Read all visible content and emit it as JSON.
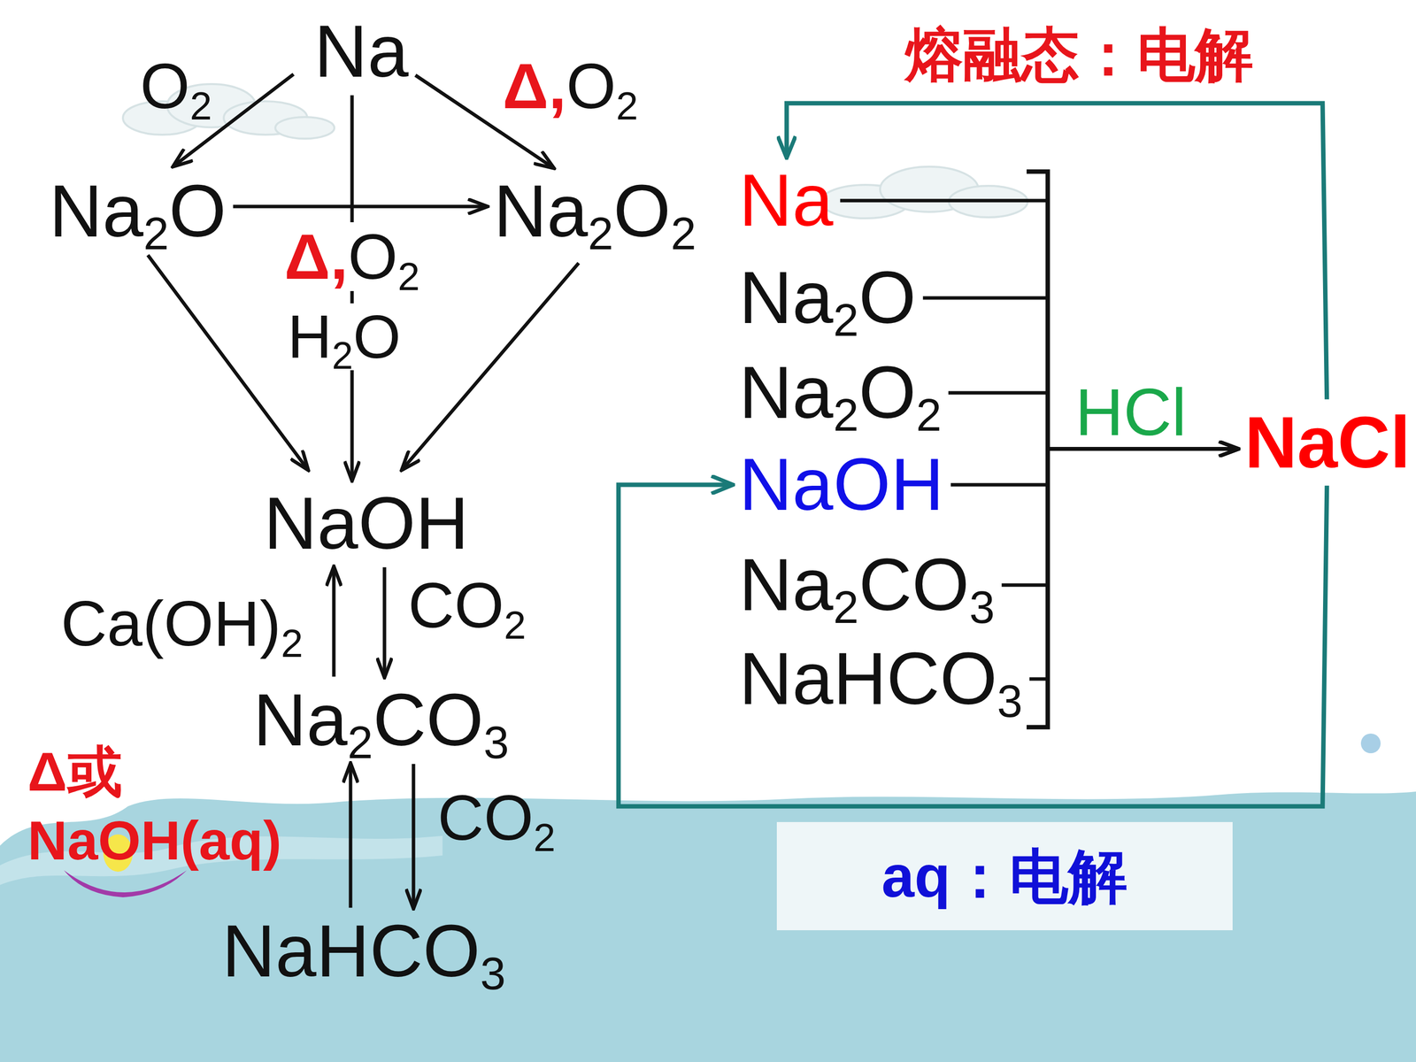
{
  "diagram": {
    "nodes": [
      {
        "text": [
          "Na"
        ]
      },
      {
        "text": [
          "Na2O"
        ]
      },
      {
        "text": [
          "Na2O2"
        ]
      },
      {
        "text": [
          "NaOH"
        ]
      },
      {
        "text": [
          "Na2CO3"
        ]
      },
      {
        "text": [
          "NaHCO3"
        ]
      },
      {
        "text": [
          "Na"
        ]
      },
      {
        "text": [
          "Na2O"
        ]
      },
      {
        "text": [
          "Na2O2"
        ]
      },
      {
        "text": [
          "NaOH"
        ]
      },
      {
        "text": [
          "Na2CO3"
        ]
      },
      {
        "text": [
          "NaHCO3"
        ]
      },
      {
        "text": [
          "NaCl"
        ]
      }
    ],
    "edges": [
      {
        "from": 0,
        "to": 1,
        "arrow": "to",
        "label": "O2"
      },
      {
        "from": 0,
        "to": 2,
        "arrow": "to",
        "label": "Δ,O2"
      },
      {
        "from": 1,
        "to": 2,
        "arrow": "to",
        "label": "Δ,O2"
      },
      {
        "from": 0,
        "to": 3,
        "arrow": "to",
        "label": "H2O"
      },
      {
        "from": 1,
        "to": 3,
        "arrow": "to"
      },
      {
        "from": 2,
        "to": 3,
        "arrow": "to"
      },
      {
        "from": 3,
        "to": 4,
        "arrow": "to",
        "label": "CO2"
      },
      {
        "from": 4,
        "to": 3,
        "arrow": "to",
        "label": "Ca(OH)2"
      },
      {
        "from": 4,
        "to": 5,
        "arrow": "to",
        "label": "CO2"
      },
      {
        "from": 5,
        "to": 4,
        "arrow": "to",
        "label": "Δ或 NaOH(aq)"
      },
      {
        "from": 6,
        "to": 12,
        "arrow": "to"
      },
      {
        "from": 7,
        "to": 12,
        "arrow": "to"
      },
      {
        "from": 8,
        "to": 12,
        "arrow": "to"
      },
      {
        "from": 9,
        "to": 12,
        "arrow": "to",
        "label": "HCl"
      },
      {
        "from": 10,
        "to": 12,
        "arrow": "to"
      },
      {
        "from": 11,
        "to": 12,
        "arrow": "to"
      },
      {
        "from": 12,
        "to": 6,
        "arrow": "to",
        "label": "熔融态：电解"
      },
      {
        "from": 12,
        "to": 9,
        "arrow": "to",
        "label": "aq：电解"
      }
    ]
  }
}
